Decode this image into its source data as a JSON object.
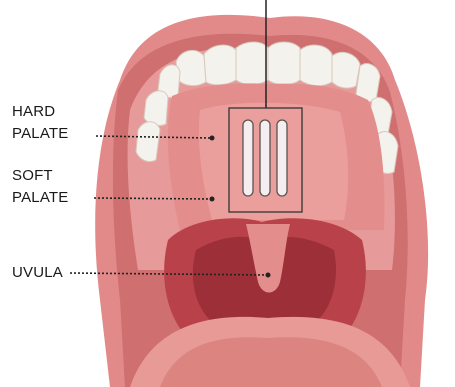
{
  "labels": {
    "hard_palate_line1": "HARD",
    "hard_palate_line2": "PALATE",
    "soft_palate_line1": "SOFT",
    "soft_palate_line2": "PALATE",
    "uvula": "UVULA"
  },
  "colors": {
    "lips": "#e28a8a",
    "lips_shadow": "#cf6f70",
    "gums": "#e79a9a",
    "teeth": "#f4f2ec",
    "palate": "#e48d8d",
    "palate_light": "#eea6a2",
    "throat": "#b9424a",
    "throat_dark": "#9c2f38",
    "tongue": "#e89a96",
    "leader_line": "#222222",
    "device_outline": "#333333"
  },
  "icons": {
    "device": "implant-device-icon"
  }
}
